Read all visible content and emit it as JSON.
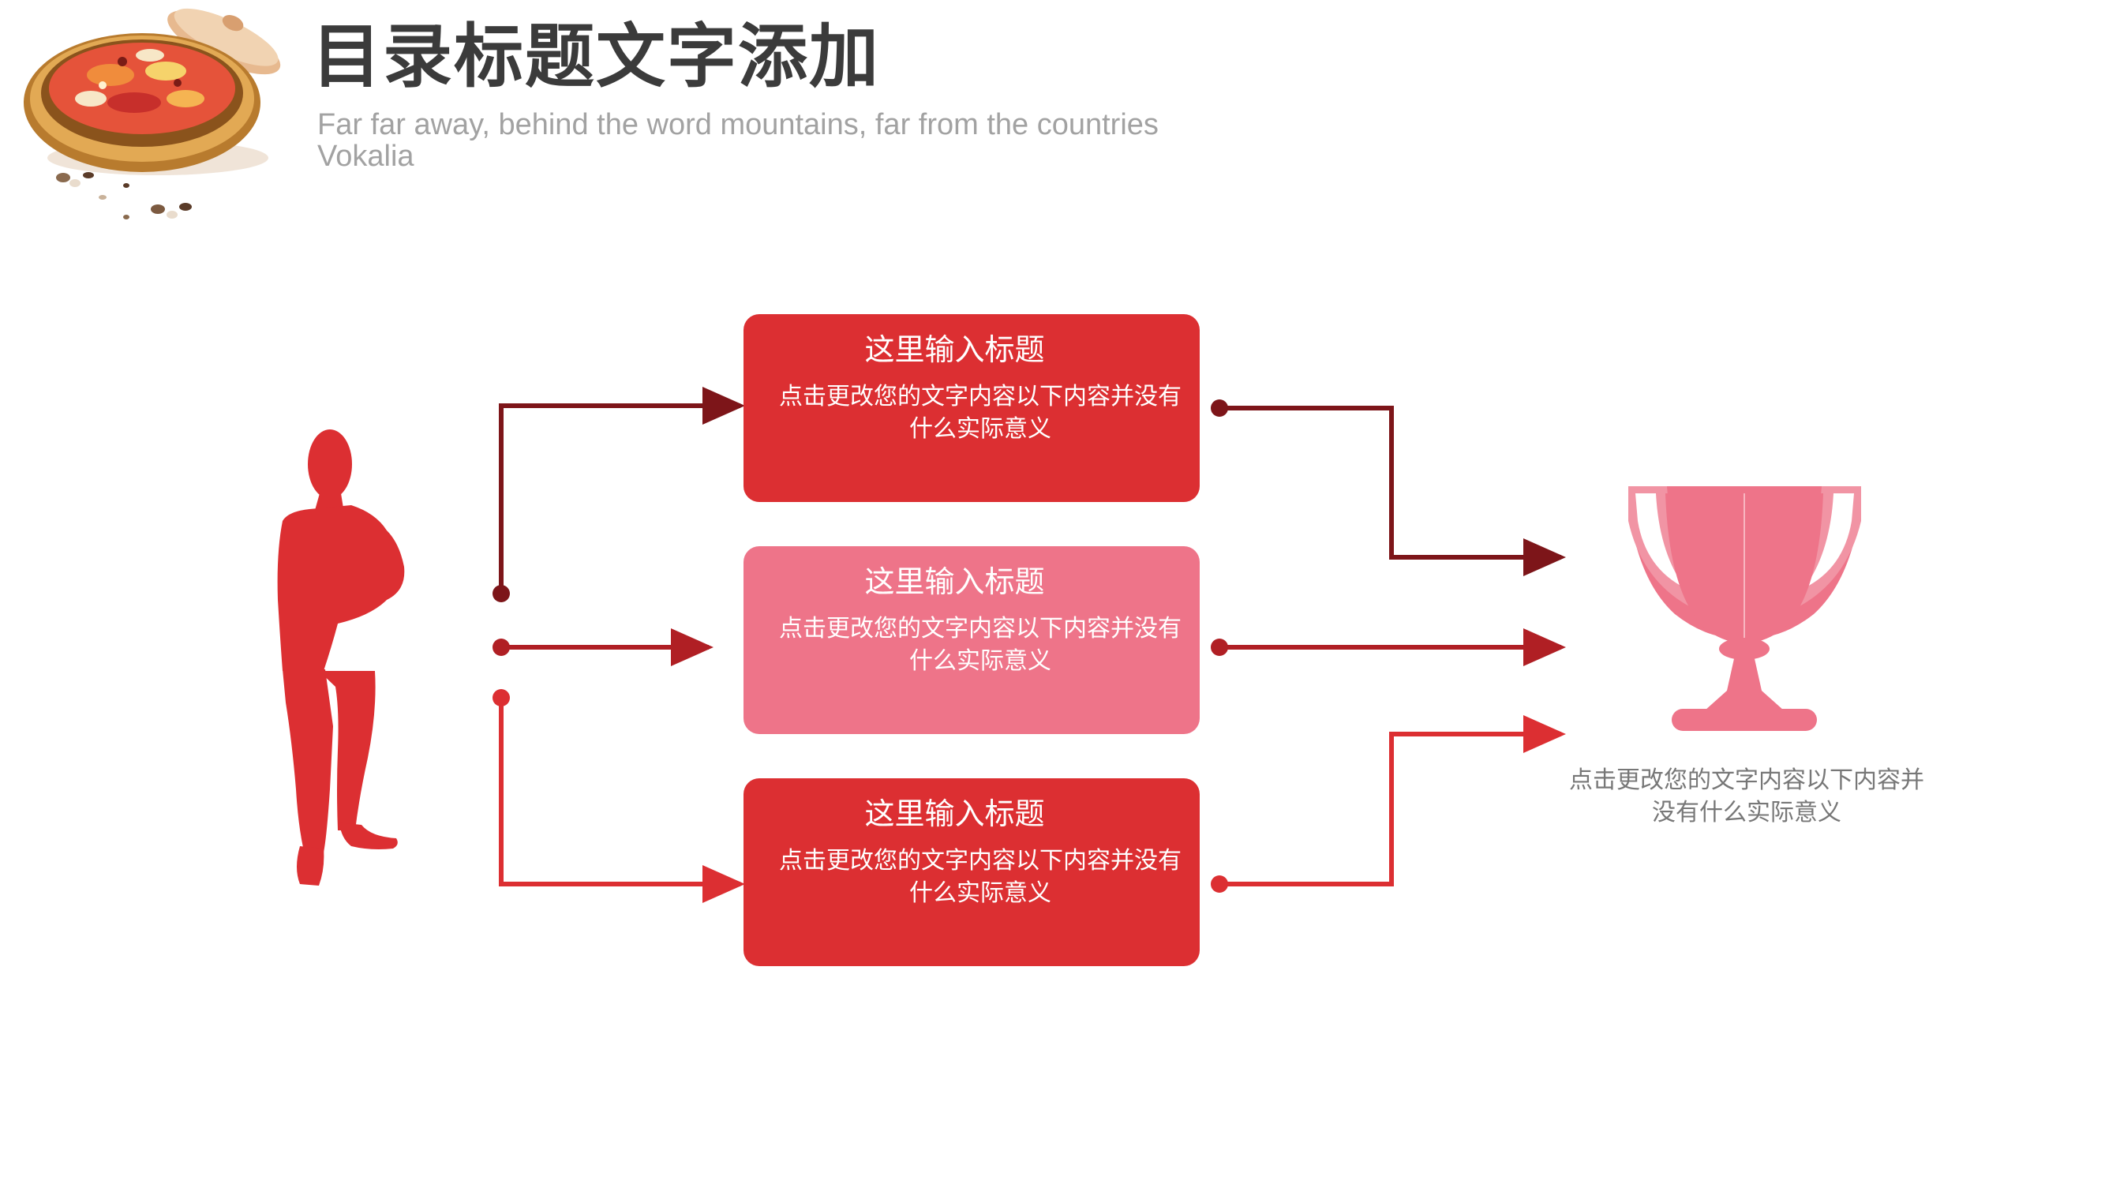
{
  "header": {
    "title": "目录标题文字添加",
    "subtitle": "Far far away, behind the word mountains, far from the countries Vokalia"
  },
  "steps": [
    {
      "title": "这里输入标题",
      "description": "点击更改您的文字内容以下内容并没有什么实际意义",
      "style": "dark"
    },
    {
      "title": "这里输入标题",
      "description": "点击更改您的文字内容以下内容并没有什么实际意义",
      "style": "light"
    },
    {
      "title": "这里输入标题",
      "description": "点击更改您的文字内容以下内容并没有什么实际意义",
      "style": "dark"
    }
  ],
  "result": {
    "description": "点击更改您的文字内容以下内容并没有什么实际意义",
    "icon": "trophy-icon"
  },
  "person": {
    "icon": "businessman-silhouette-icon"
  },
  "decoration": {
    "icon": "food-bowl-illustration"
  },
  "colors": {
    "primary_red": "#dc2f32",
    "pink": "#ee7489",
    "dark_red": "#7d1519",
    "medium_red": "#b01f24",
    "title_gray": "#3b3b3b",
    "subtitle_gray": "#a2a2a2",
    "body_gray": "#777777"
  }
}
